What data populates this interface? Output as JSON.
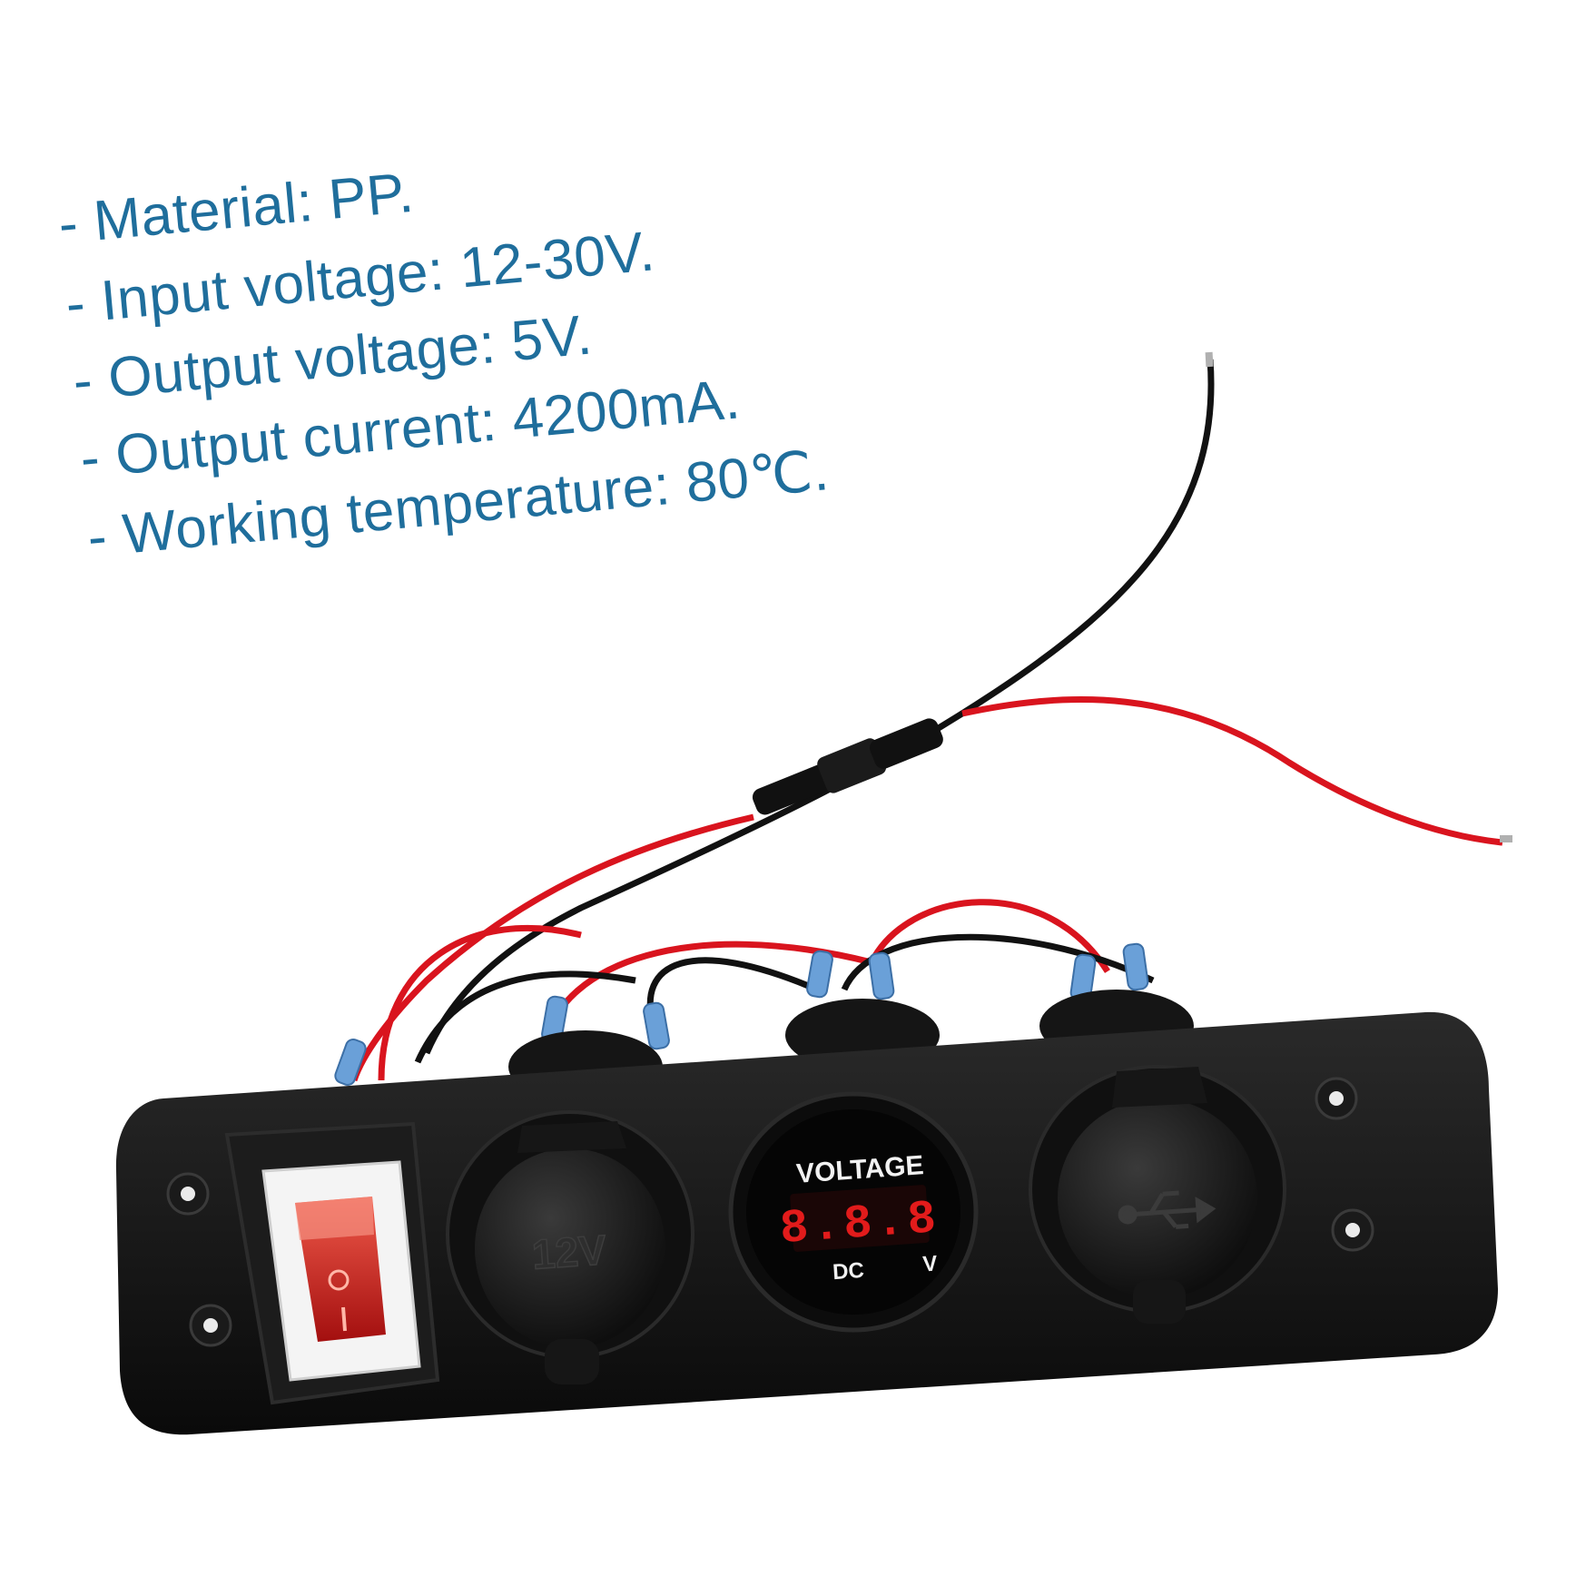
{
  "specs": [
    "- Material: PP.",
    "- Input voltage: 12-30V.",
    "- Output voltage: 5V.",
    "- Output current: 4200mA.",
    "- Working temperature: 80℃."
  ],
  "panel": {
    "socket_12v_label": "12V",
    "voltmeter_title": "VOLTAGE",
    "voltmeter_digits": "8.8.8",
    "voltmeter_dc": "DC",
    "voltmeter_v": "V",
    "usb_symbol": "usb-icon"
  },
  "colors": {
    "text": "#1f6e9c",
    "panel": "#141414",
    "wire_red": "#d9141e",
    "wire_black": "#111111",
    "display_red": "#e21b1b",
    "switch_red": "#d8211c"
  }
}
